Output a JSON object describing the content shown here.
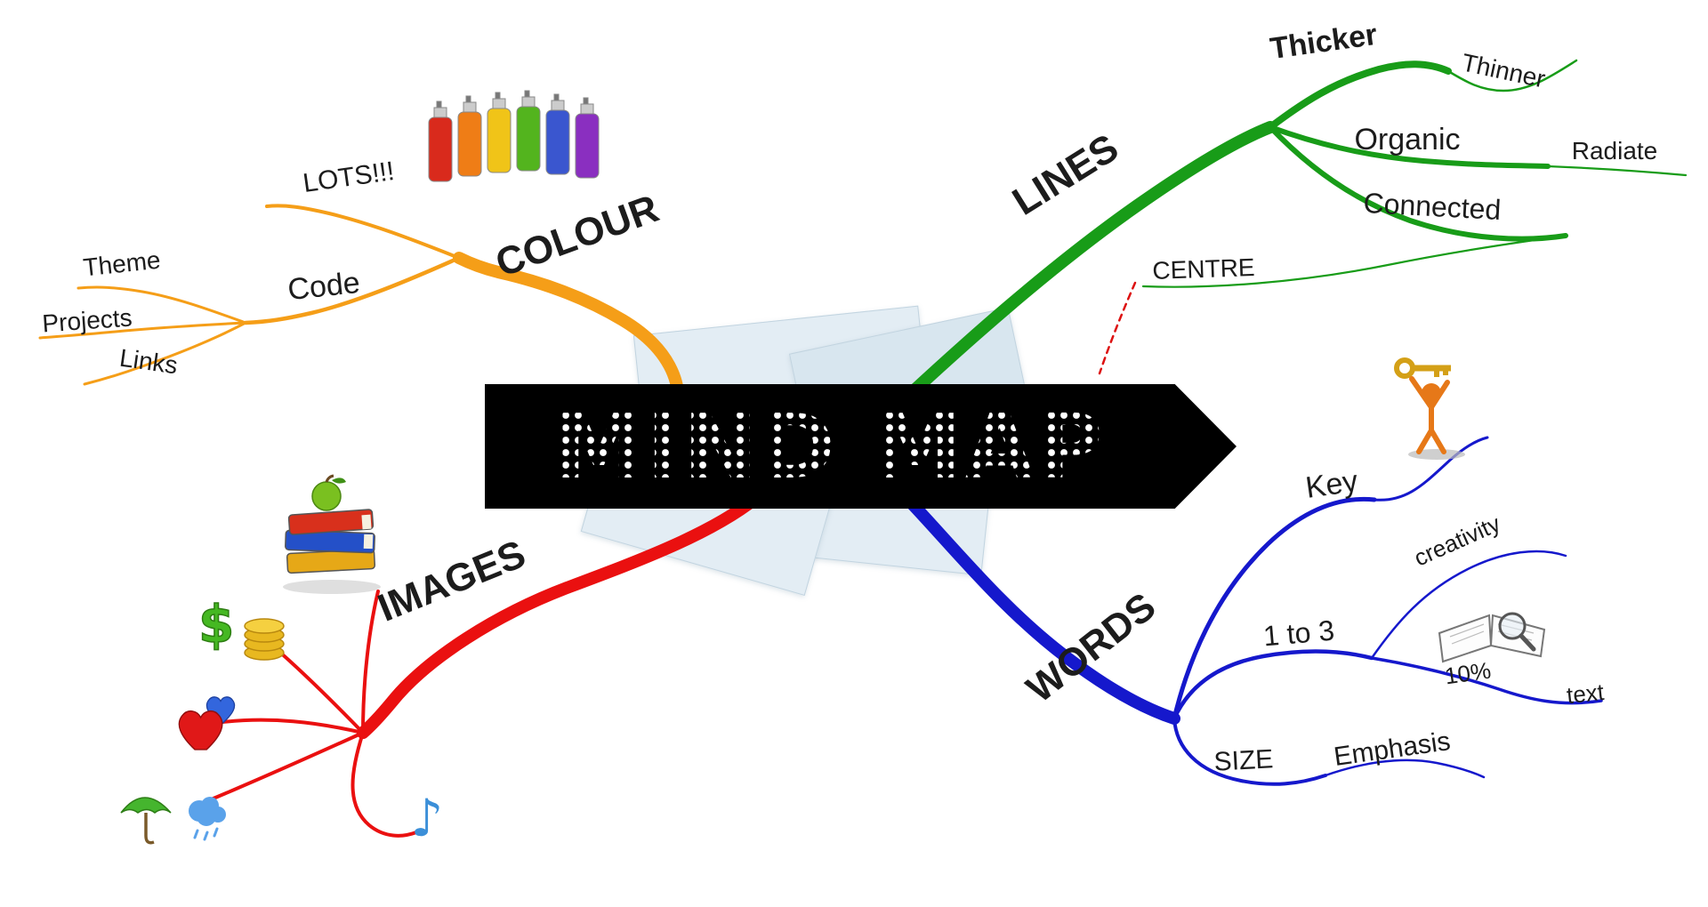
{
  "banner": {
    "title": "MIND MAP"
  },
  "colour_branch": {
    "label": "COLOUR",
    "color": "#F59E18",
    "lots": "LOTS!!!",
    "code": "Code",
    "theme": "Theme",
    "projects": "Projects",
    "links": "Links"
  },
  "lines_branch": {
    "label": "LINES",
    "color": "#189C18",
    "thicker": "Thicker",
    "thinner": "Thinner",
    "organic": "Organic",
    "radiate": "Radiate",
    "connected": "Connected",
    "centre": "CENTRE",
    "centre_pointer_color": "#DD1111"
  },
  "images_branch": {
    "label": "IMAGES",
    "color": "#EA1010",
    "music_note_glyph": "♪",
    "dollar_glyph": "$"
  },
  "words_branch": {
    "label": "WORDS",
    "color": "#1518CC",
    "key": "Key",
    "creativity": "creativity",
    "one_to_three": "1 to 3",
    "ten_percent": "10%",
    "text_label": "text",
    "size": "SIZE",
    "emphasis": "Emphasis"
  }
}
